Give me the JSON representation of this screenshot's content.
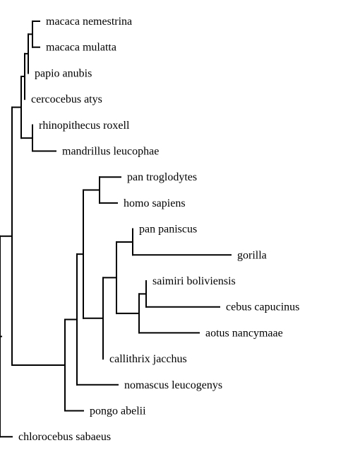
{
  "tree": {
    "name": "root",
    "children": [
      {
        "name": "n1",
        "children": [
          {
            "name": "n2",
            "children": [
              {
                "name": "n3",
                "children": [
                  {
                    "name": "n4",
                    "children": [
                      {
                        "name": "n5",
                        "children": [
                          {
                            "name": "macaca nemestrina"
                          },
                          {
                            "name": "macaca mulatta"
                          }
                        ]
                      },
                      {
                        "name": "papio anubis"
                      }
                    ]
                  },
                  {
                    "name": "cercocebus atys"
                  }
                ]
              },
              {
                "name": "n6",
                "children": [
                  {
                    "name": "rhinopithecus roxell"
                  },
                  {
                    "name": "mandrillus leucophae"
                  }
                ]
              }
            ]
          },
          {
            "name": "n7",
            "children": [
              {
                "name": "n8",
                "children": [
                  {
                    "name": "n9",
                    "children": [
                      {
                        "name": "n10",
                        "children": [
                          {
                            "name": "n11",
                            "children": [
                              {
                                "name": "pan troglodytes"
                              },
                              {
                                "name": "homo sapiens"
                              }
                            ]
                          },
                          {
                            "name": "n12",
                            "children": [
                              {
                                "name": "n13",
                                "children": [
                                  {
                                    "name": "n14",
                                    "children": [
                                      {
                                        "name": "pan paniscus"
                                      },
                                      {
                                        "name": "gorilla"
                                      }
                                    ]
                                  },
                                  {
                                    "name": "n15",
                                    "children": [
                                      {
                                        "name": "n16",
                                        "children": [
                                          {
                                            "name": "saimiri boliviensis"
                                          },
                                          {
                                            "name": "cebus capucinus"
                                          }
                                        ]
                                      },
                                      {
                                        "name": "aotus nancymaae"
                                      }
                                    ]
                                  }
                                ]
                              },
                              {
                                "name": "callithrix jacchus"
                              }
                            ]
                          }
                        ]
                      },
                      {
                        "name": "nomascus leucogenys"
                      }
                    ]
                  },
                  {
                    "name": "pongo abelii"
                  }
                ]
              }
            ]
          }
        ]
      },
      {
        "name": "chlorocebus sabaeus"
      }
    ]
  }
}
